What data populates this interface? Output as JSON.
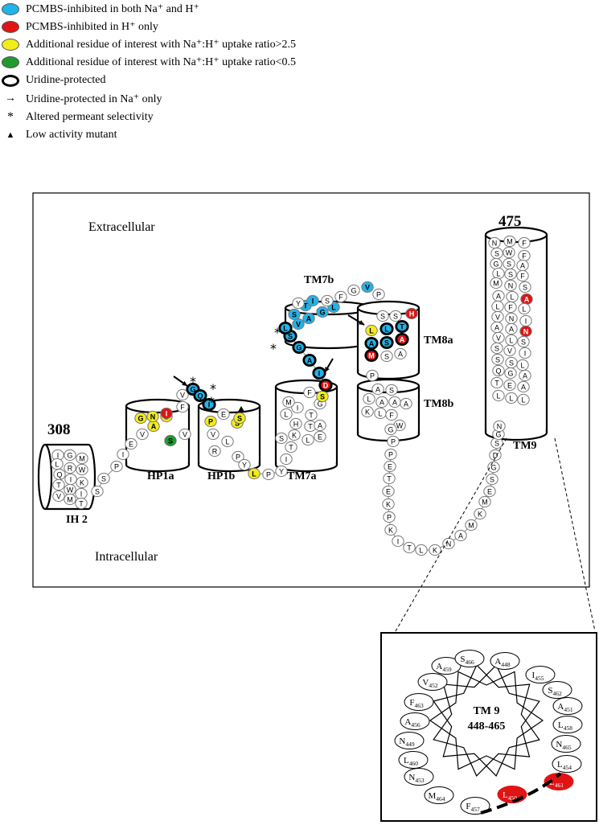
{
  "legend": [
    {
      "type": "swatch",
      "color": "#22b3e8",
      "text": "PCMBS-inhibited in both Na⁺ and H⁺"
    },
    {
      "type": "swatch",
      "color": "#e01414",
      "text": "PCMBS-inhibited in H⁺ only"
    },
    {
      "type": "swatch",
      "color": "#f2ec1a",
      "text": "Additional residue of interest with Na⁺:H⁺ uptake ratio>2.5"
    },
    {
      "type": "swatch",
      "color": "#1f9a2e",
      "text": "Additional residue of interest with Na⁺:H⁺ uptake ratio<0.5"
    },
    {
      "type": "outline",
      "color": "#000000",
      "text": "Uridine-protected"
    },
    {
      "type": "arrow",
      "symbol": "→",
      "text": "Uridine-protected in Na⁺ only"
    },
    {
      "type": "asterisk",
      "symbol": "*",
      "text": "Altered permeant selectivity"
    },
    {
      "type": "triangle",
      "symbol": "▲",
      "text": "Low activity mutant"
    }
  ],
  "colors": {
    "cyan": "#22b3e8",
    "red": "#e01414",
    "yellow": "#f2ec1a",
    "green": "#1f9a2e",
    "white": "#ffffff"
  },
  "labels": {
    "extracellular": "Extracellular",
    "intracellular": "Intracellular",
    "start_num": "308",
    "end_num": "475",
    "ih2": "IH 2",
    "hp1a": "HP1a",
    "hp1b": "HP1b",
    "tm7a": "TM7a",
    "tm7b": "TM7b",
    "tm8a": "TM8a",
    "tm8b": "TM8b",
    "tm9": "TM9",
    "wheel_title": "TM 9",
    "wheel_range": "448-465"
  },
  "residues": {
    "ih2": [
      "I",
      "G",
      "M",
      "L",
      "R",
      "W",
      "Q",
      "I",
      "K",
      "T",
      "W",
      "I",
      "V",
      "M",
      "T"
    ],
    "link_ih2_hp1a": [
      "S",
      "S",
      "P"
    ],
    "hp1a": [
      "I",
      "E",
      "V",
      "A",
      "S",
      "S",
      "V",
      "F",
      "V",
      "G",
      "N",
      "I"
    ],
    "tip_hp1": [
      "G",
      "Q",
      "I"
    ],
    "hp1b": [
      "E",
      "P",
      "S",
      "S",
      "V",
      "L",
      "R",
      "P"
    ],
    "link_hp1b_tm7a": [
      "Y",
      "L",
      "P",
      "Y"
    ],
    "tm7a": [
      "I",
      "T",
      "S",
      "K",
      "L",
      "E",
      "T",
      "H",
      "A",
      "L",
      "I",
      "M",
      "T",
      "G",
      "F",
      "S"
    ],
    "tm7a_top": [
      "D",
      "I",
      "A",
      "G",
      "S"
    ],
    "tm7b_ramp": [
      "L",
      "V",
      "S",
      "A",
      "G",
      "L",
      "T"
    ],
    "tm7b": [
      "Y",
      "I",
      "S",
      "F",
      "G",
      "V",
      "P"
    ],
    "tm8a": [
      "S",
      "S",
      "H",
      "L",
      "L",
      "T",
      "A",
      "S",
      "A",
      "M",
      "S",
      "A",
      "P"
    ],
    "tm8b": [
      "A",
      "S",
      "L",
      "A",
      "A",
      "A",
      "K",
      "L",
      "F",
      "W",
      "G",
      "P"
    ],
    "loop": [
      "P",
      "E",
      "T",
      "E",
      "K",
      "P",
      "K",
      "I",
      "T",
      "L",
      "K",
      "N",
      "A",
      "M",
      "K",
      "M",
      "E",
      "S",
      "G",
      "D",
      "S",
      "G",
      "N"
    ],
    "tm9": [
      "N",
      "M",
      "F",
      "S",
      "W",
      "F",
      "G",
      "S",
      "A",
      "L",
      "S",
      "F",
      "M",
      "N",
      "S",
      "A",
      "L",
      "A",
      "L",
      "F",
      "L",
      "V",
      "N",
      "I",
      "A",
      "A",
      "N",
      "V",
      "L",
      "S",
      "S",
      "V",
      "I",
      "S",
      "S",
      "L",
      "Q",
      "G",
      "A",
      "T",
      "E",
      "A",
      "L",
      "L",
      "L"
    ]
  },
  "wheel": [
    {
      "aa": "A",
      "num": "448",
      "color": "#ffffff"
    },
    {
      "aa": "I",
      "num": "455",
      "color": "#ffffff"
    },
    {
      "aa": "S",
      "num": "462",
      "color": "#ffffff"
    },
    {
      "aa": "A",
      "num": "451",
      "color": "#ffffff"
    },
    {
      "aa": "L",
      "num": "458",
      "color": "#ffffff"
    },
    {
      "aa": "N",
      "num": "465",
      "color": "#ffffff"
    },
    {
      "aa": "L",
      "num": "454",
      "color": "#ffffff"
    },
    {
      "aa": "L",
      "num": "461",
      "color": "#e01414"
    },
    {
      "aa": "L",
      "num": "450",
      "color": "#e01414"
    },
    {
      "aa": "F",
      "num": "457",
      "color": "#ffffff"
    },
    {
      "aa": "M",
      "num": "464",
      "color": "#ffffff"
    },
    {
      "aa": "N",
      "num": "453",
      "color": "#ffffff"
    },
    {
      "aa": "L",
      "num": "460",
      "color": "#ffffff"
    },
    {
      "aa": "N",
      "num": "449",
      "color": "#ffffff"
    },
    {
      "aa": "A",
      "num": "456",
      "color": "#ffffff"
    },
    {
      "aa": "F",
      "num": "463",
      "color": "#ffffff"
    },
    {
      "aa": "V",
      "num": "452",
      "color": "#ffffff"
    },
    {
      "aa": "A",
      "num": "459",
      "color": "#ffffff"
    },
    {
      "aa": "S",
      "num": "466",
      "color": "#ffffff"
    }
  ]
}
